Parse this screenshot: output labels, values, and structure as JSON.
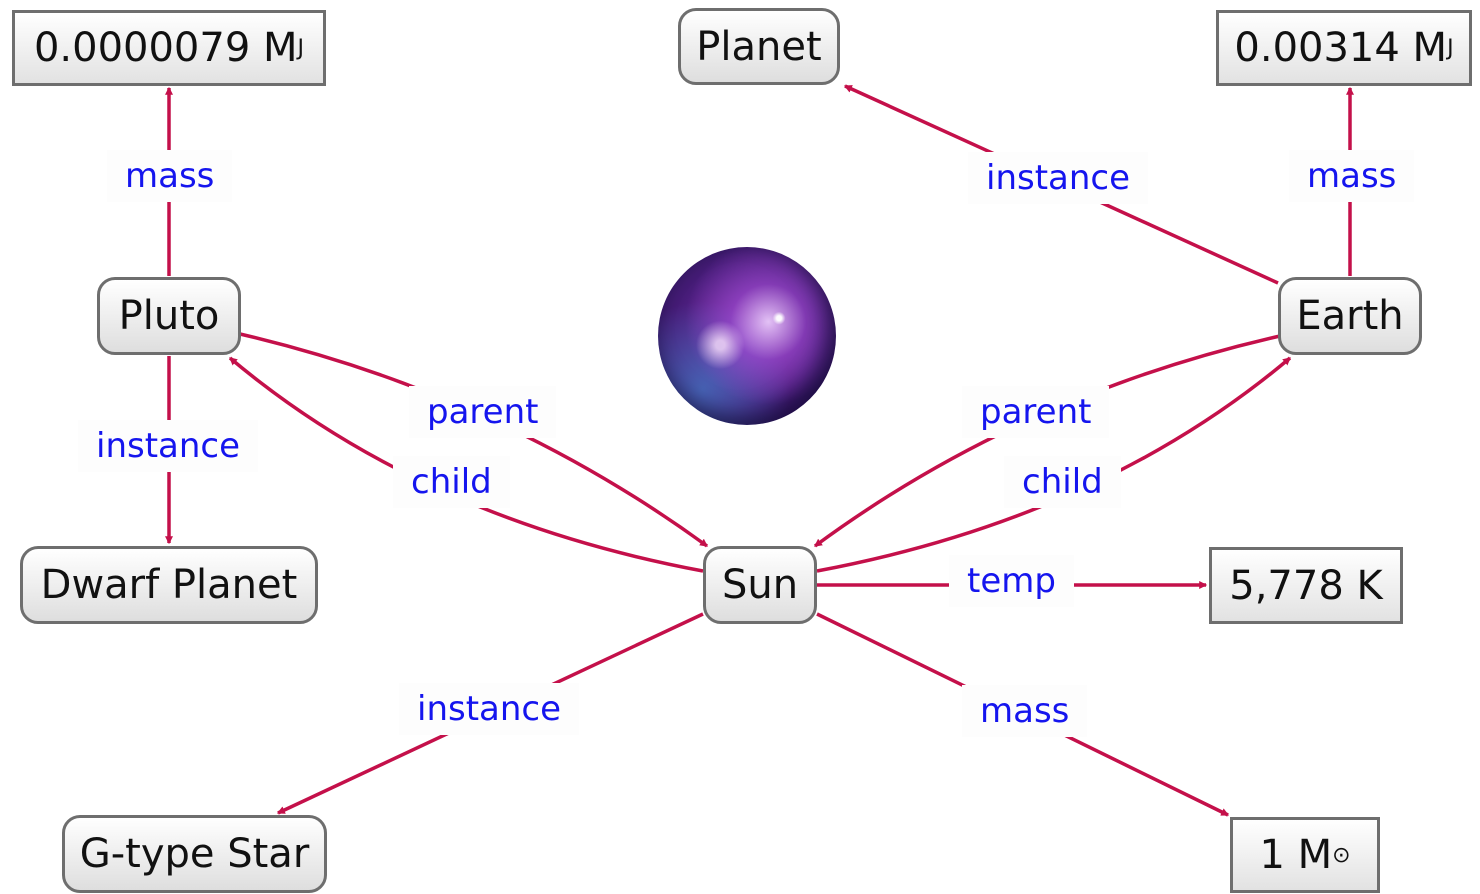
{
  "nodes": {
    "pluto_mass": "0.0000079 M",
    "pluto_mass_sub": "J",
    "planet": "Planet",
    "earth_mass": "0.00314 M",
    "earth_mass_sub": "J",
    "pluto": "Pluto",
    "earth": "Earth",
    "dwarf_planet": "Dwarf Planet",
    "sun": "Sun",
    "sun_temp": "5,778 K",
    "g_type_star": "G-type Star",
    "sun_mass": "1 M",
    "sun_mass_sub": "⊙"
  },
  "edges": {
    "pluto_mass": "mass",
    "pluto_instance": "instance",
    "earth_instance": "instance",
    "earth_mass": "mass",
    "sun_pluto_parent": "parent",
    "pluto_sun_child": "child",
    "sun_earth_parent": "parent",
    "earth_sun_child": "child",
    "sun_temp": "temp",
    "sun_instance": "instance",
    "sun_mass": "mass"
  },
  "colors": {
    "edge": "#c4104a",
    "edge_label": "#1515ee",
    "node_border": "#6e6e6e"
  },
  "image": "galaxy-sphere"
}
